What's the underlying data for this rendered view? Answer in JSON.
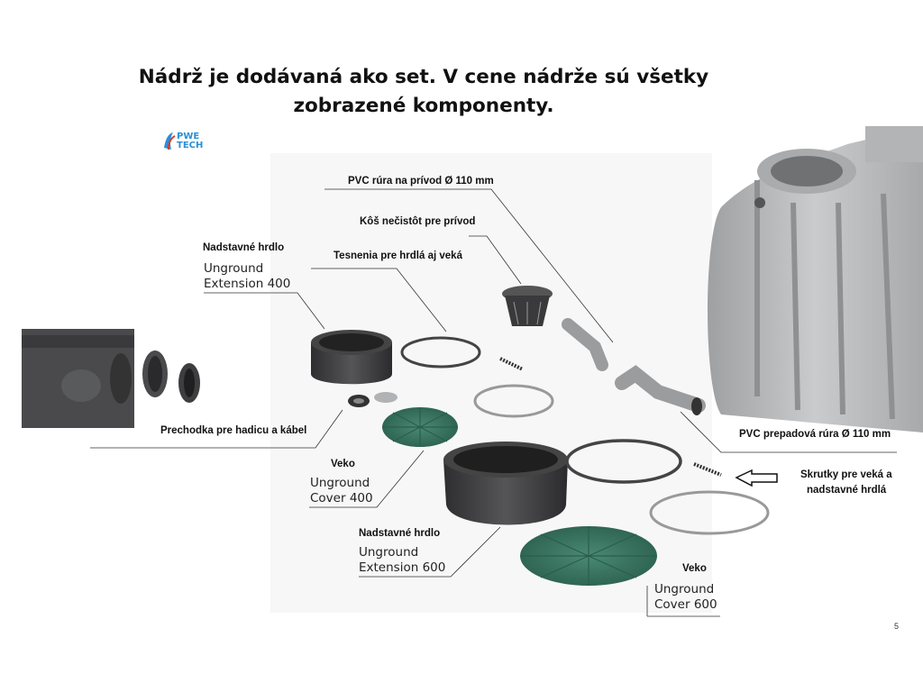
{
  "title": {
    "line1": "Nádrž je dodávaná ako set. V cene nádrže sú všetky",
    "line2": "zobrazené komponenty."
  },
  "logo": {
    "line1": "PWE",
    "line2": "TECH"
  },
  "labels": {
    "pvc_inlet": "PVC rúra na prívod Ø 110 mm",
    "dirt_basket": "Kôš nečistôt pre prívod",
    "seals": "Tesnenia pre hrdlá aj veká",
    "ext400_sk": "Nadstavné hrdlo",
    "ext400_en1": "Unground",
    "ext400_en2": "Extension 400",
    "hose_passage": "Prechodka pre hadicu a kábel",
    "cover400_sk": "Veko",
    "cover400_en1": "Unground",
    "cover400_en2": "Cover 400",
    "ext600_sk": "Nadstavné hrdlo",
    "ext600_en1": "Unground",
    "ext600_en2": "Extension 600",
    "cover600_sk": "Veko",
    "cover600_en1": "Unground",
    "cover600_en2": "Cover 600",
    "pvc_overflow": "PVC prepadová rúra Ø 110 mm",
    "screws1": "Skrutky pre veká a",
    "screws2": "nadstavné hrdlá"
  },
  "page_number": "5",
  "colors": {
    "tank": "#b9bbbd",
    "ring_dark": "#3a3a3c",
    "cover_green": "#3e7a66",
    "seal_ring": "#555"
  }
}
